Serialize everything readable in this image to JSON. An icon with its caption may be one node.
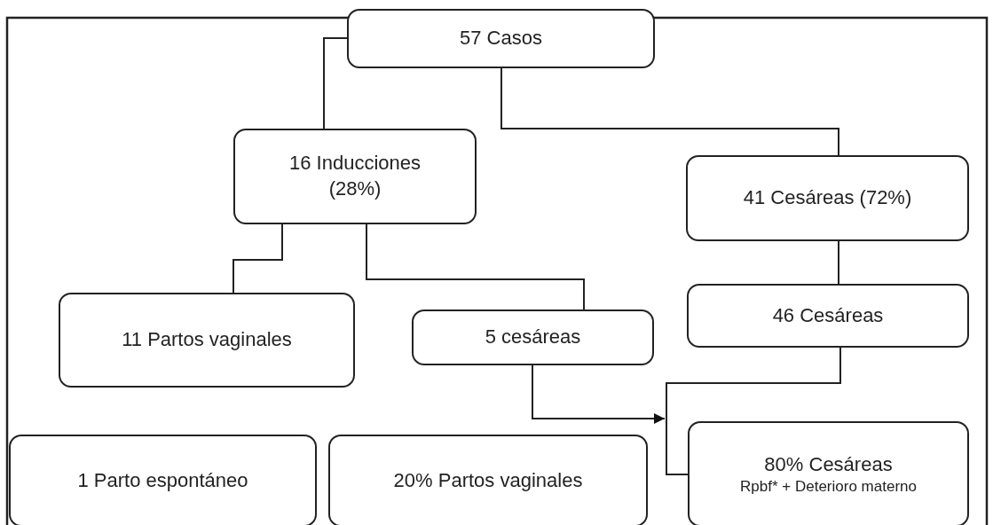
{
  "diagram": {
    "nodes": [
      {
        "text": [
          "57 Casos"
        ]
      },
      {
        "text": [
          "16 Inducciones (28%)"
        ]
      },
      {
        "text": [
          "41 Cesáreas (72%)"
        ]
      },
      {
        "text": [
          "11 Partos vaginales"
        ]
      },
      {
        "text": [
          "5 cesáreas"
        ]
      },
      {
        "text": [
          "46 Cesáreas"
        ]
      },
      {
        "text": [
          "1 Parto espontáneo"
        ]
      },
      {
        "text": [
          "20% Partos vaginales"
        ]
      },
      {
        "text": [
          "80% Cesáreas",
          "Rpbf* + Deterioro materno"
        ]
      }
    ],
    "edges": [
      {
        "from": 0,
        "to": 1,
        "arrow": "none"
      },
      {
        "from": 0,
        "to": 2,
        "arrow": "none"
      },
      {
        "from": 1,
        "to": 3,
        "arrow": "none"
      },
      {
        "from": 1,
        "to": 4,
        "arrow": "none"
      },
      {
        "from": 2,
        "to": 5,
        "arrow": "none"
      },
      {
        "from": 4,
        "to": 8,
        "arrow": "to"
      },
      {
        "from": 5,
        "to": 8,
        "arrow": "none"
      }
    ]
  }
}
